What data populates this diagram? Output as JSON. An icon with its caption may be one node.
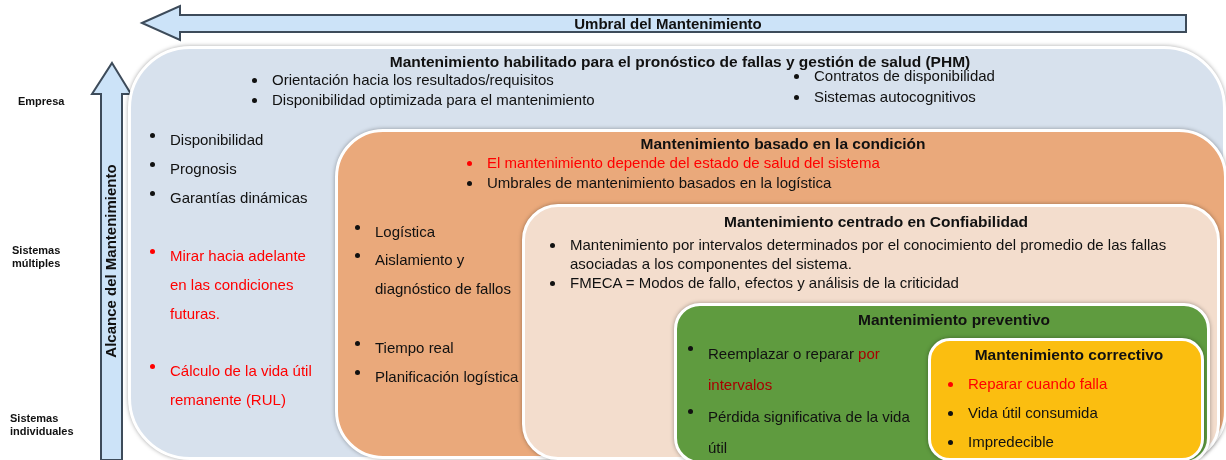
{
  "diagram": {
    "nodes": [
      {
        "text": [
          "Mantenimiento habilitado para el pronóstico de fallas y gestión de salud (PHM)",
          "Orientación hacia los resultados/requisitos",
          "Disponibilidad optimizada para el mantenimiento",
          "Contratos de disponibilidad",
          "Sistemas autocognitivos",
          "Disponibilidad",
          "Prognosis",
          "Garantías dinámicas",
          "Mirar hacia adelante en las condiciones futuras.",
          "Cálculo de la vida útil remanente (RUL)"
        ]
      },
      {
        "text": [
          "Mantenimiento basado en la condición",
          "El mantenimiento depende del estado de salud del sistema",
          "Umbrales de mantenimiento basados en la logística",
          "Logística",
          "Aislamiento y diagnóstico de fallos",
          "Tiempo real",
          "Planificación logística"
        ],
        "in": 0
      },
      {
        "text": [
          "Mantenimiento centrado en Confiabilidad",
          "Mantenimiento por intervalos determinados por el conocimiento del promedio de las fallas asociadas a los componentes del sistema.",
          "FMECA = Modos de fallo, efectos y análisis de la criticidad"
        ],
        "in": 1
      },
      {
        "text": [
          "Mantenimiento preventivo",
          "Reemplazar o reparar *por intervalos*",
          "Pérdida significativa de la vida útil"
        ],
        "in": 2
      },
      {
        "text": [
          "Mantenimiento correctivo",
          "Reparar cuando falla",
          "Vida útil consumida",
          "Impredecible"
        ],
        "in": 3
      }
    ],
    "labels": [
      "Umbral del Mantenimiento",
      "Empresa",
      "Alcance del Mantenimiento",
      "Sistemas múltiples",
      "Sistemas individuales"
    ]
  }
}
